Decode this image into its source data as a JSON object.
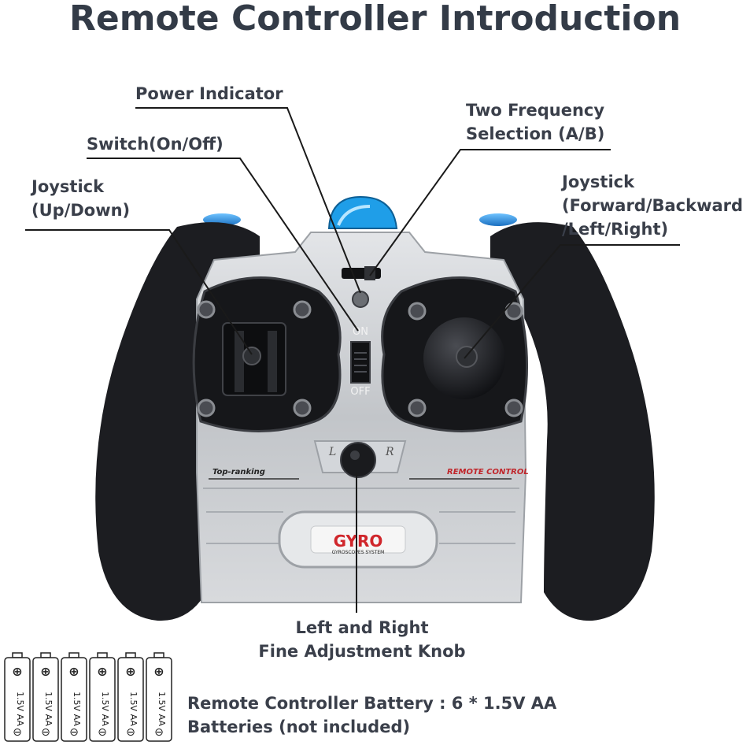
{
  "title": "Remote Controller Introduction",
  "labels": {
    "power_indicator": "Power Indicator",
    "switch": "Switch(On/Off)",
    "joystick_left_line1": "Joystick",
    "joystick_left_line2": "(Up/Down)",
    "two_frequency_line1": "Two Frequency",
    "two_frequency_line2": "Selection (A/B)",
    "joystick_right_line1": "Joystick",
    "joystick_right_line2": "(Forward/Backward",
    "joystick_right_line3": "/Left/Right)",
    "knob_line1": "Left and Right",
    "knob_line2": "Fine Adjustment Knob",
    "battery_line1": "Remote Controller Battery : 6 * 1.5V AA",
    "battery_line2": "Batteries (not included)"
  },
  "device_text": {
    "on": "ON",
    "off": "OFF",
    "l": "L",
    "r": "R",
    "top_ranking": "Top-ranking",
    "remote_control": "REMOTE  CONTROL",
    "gyro": "GYRO",
    "gyro_sub": "GYROSCOPES SYSTEM"
  },
  "battery": {
    "count": 6,
    "label": "1.5V AA"
  },
  "colors": {
    "accent_blue": "#2a8fe0",
    "body_black": "#1c1d21",
    "silver": "#c9cccf",
    "gyro_red": "#d0262b"
  }
}
